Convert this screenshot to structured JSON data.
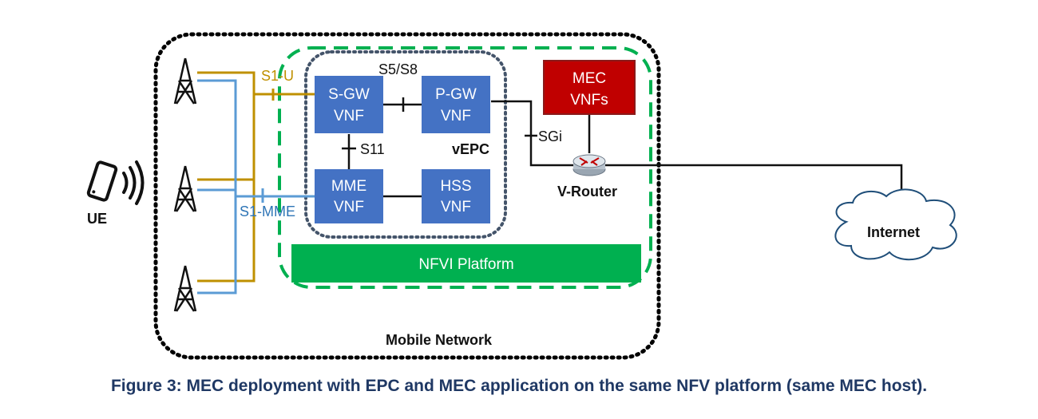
{
  "diagram": {
    "region_labels": {
      "mobile_network": "Mobile Network",
      "vepc": "vEPC",
      "ue": "UE",
      "v_router": "V-Router",
      "internet": "Internet"
    },
    "nodes": {
      "sgw": {
        "line1": "S-GW",
        "line2": "VNF"
      },
      "pgw": {
        "line1": "P-GW",
        "line2": "VNF"
      },
      "mme": {
        "line1": "MME",
        "line2": "VNF"
      },
      "hss": {
        "line1": "HSS",
        "line2": "VNF"
      },
      "mec": {
        "line1": "MEC",
        "line2": "VNFs"
      },
      "nfvi": {
        "label": "NFVI Platform"
      }
    },
    "interfaces": {
      "s1u": "S1-U",
      "s1mme": "S1-MME",
      "s5s8": "S5/S8",
      "s11": "S11",
      "sgi": "SGi"
    },
    "colors": {
      "vnf_box": "#4472c4",
      "mec_box": "#c00000",
      "nfvi_bar": "#00b050",
      "nfv_border": "#00b050",
      "vepc_border": "#44546a",
      "s1u_line": "#bf9000",
      "s1mme_line": "#5b9bd5",
      "caption_text": "#1f3864"
    }
  },
  "caption": "Figure 3: MEC deployment with EPC and MEC application on the same NFV platform (same MEC host)."
}
